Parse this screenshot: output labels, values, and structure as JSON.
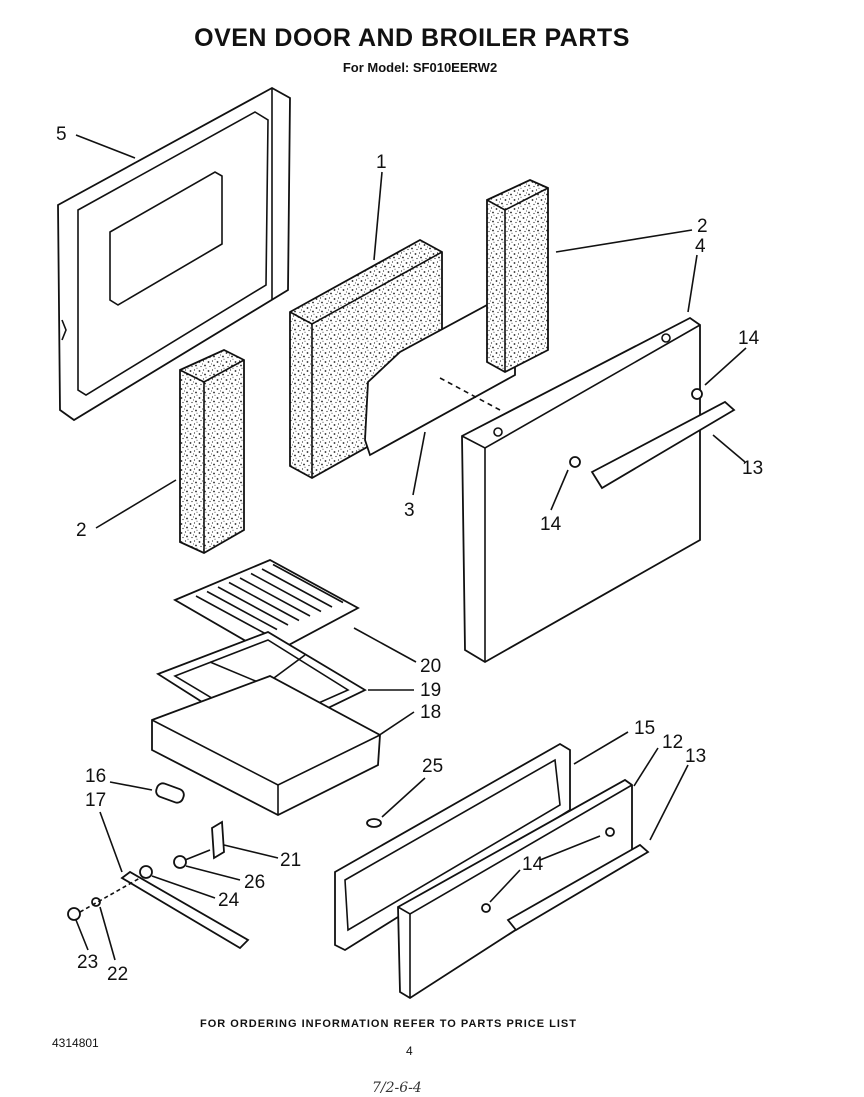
{
  "header": {
    "title": "OVEN DOOR AND BROILER PARTS",
    "model": "For Model: SF010EERW2"
  },
  "footer": {
    "ordering_note": "FOR ORDERING INFORMATION REFER TO PARTS PRICE LIST",
    "doc_number": "4314801",
    "page_number": "4",
    "handwritten": "7/2-6-4"
  },
  "callouts": [
    "1",
    "2",
    "2",
    "3",
    "4",
    "5",
    "12",
    "13",
    "13",
    "14",
    "14",
    "14",
    "15",
    "16",
    "17",
    "18",
    "19",
    "20",
    "21",
    "22",
    "23",
    "24",
    "25",
    "26"
  ]
}
